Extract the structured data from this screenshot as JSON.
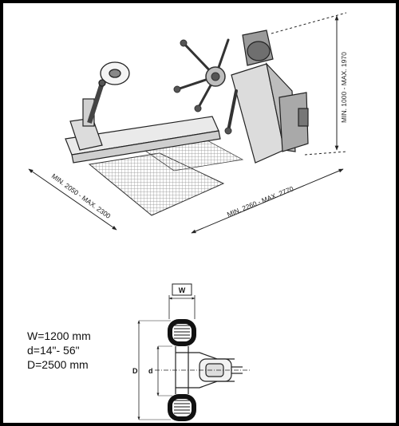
{
  "machine_dims": {
    "depth": "MIN. 2050 - MAX. 2300",
    "length": "MIN. 2260 - MAX. 2770",
    "height": "MIN. 1000 - MAX. 1970"
  },
  "wheel_dims": {
    "width_label": "W",
    "inner_label": "d",
    "outer_label": "D"
  },
  "specs": [
    "W=1200 mm",
    "d=14\"- 56\"",
    "D=2500 mm"
  ],
  "colors": {
    "background": "#ffffff",
    "frame": "#000000",
    "ink": "#111111",
    "ramp_grid": "#7a7a7a"
  }
}
